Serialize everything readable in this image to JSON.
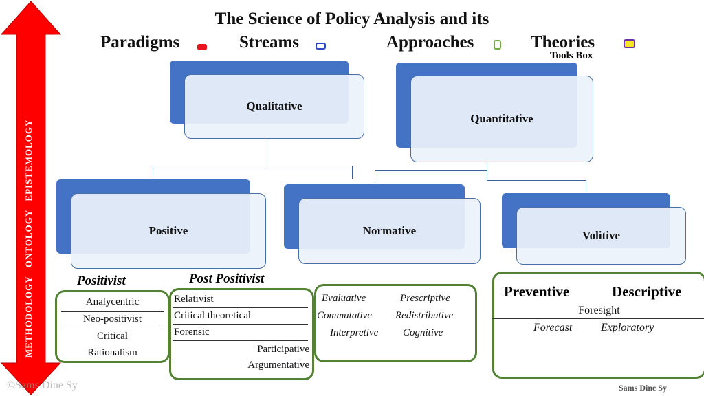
{
  "title": "The Science of Policy Analysis and its",
  "legend": {
    "paradigms": "Paradigms",
    "streams": "Streams",
    "approaches": "Approaches",
    "theories": "Theories",
    "tools_box": "Tools Box",
    "colors": {
      "paradigms": "#e8141e",
      "streams": "#2f47c9",
      "approaches": "#70ad47",
      "theories": "#f5e628"
    }
  },
  "arrow": {
    "color": "#ff0000",
    "labels": "METHODOLOGY   ONTOLOGY   EPISTEMOLOGY"
  },
  "streams": {
    "qualitative": "Qualitative",
    "quantitative": "Quantitative"
  },
  "approaches": {
    "positive": "Positive",
    "normative": "Normative",
    "volitive": "Volitive"
  },
  "positivist": {
    "heading": "Positivist",
    "items": [
      "Analycentric",
      "Neo-positivist",
      "Critical",
      "Rationalism"
    ]
  },
  "post_positivist": {
    "heading": "Post Positivist",
    "items": [
      "Relativist",
      "Critical theoretical",
      "Forensic",
      "Participative",
      "Argumentative"
    ]
  },
  "normative_box": {
    "row1": [
      "Evaluative",
      "Prescriptive"
    ],
    "row2": [
      "Commutative",
      "Redistributive"
    ],
    "row3": [
      "Interpretive",
      "Cognitive"
    ]
  },
  "volitive_box": {
    "preventive": "Preventive",
    "descriptive": "Descriptive",
    "foresight": "Foresight",
    "forecast": "Forecast",
    "exploratory": "Exploratory"
  },
  "watermark_left": "©Sams Dine Sy",
  "signature": "Sams Dine Sy"
}
